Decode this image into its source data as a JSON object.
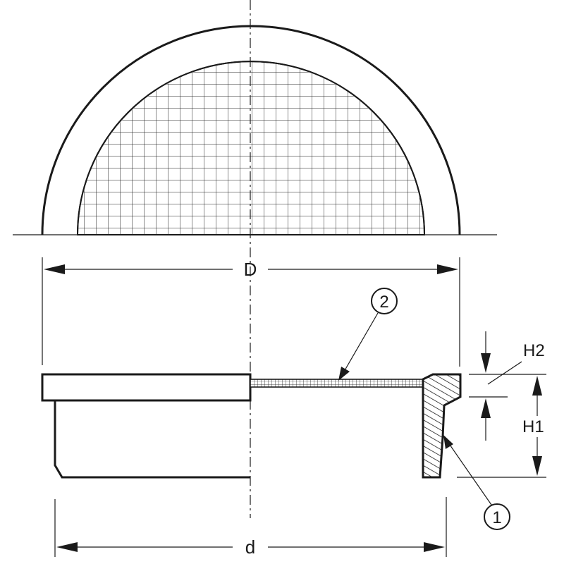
{
  "dimensions": {
    "outer_diameter": "D",
    "inner_diameter": "d",
    "flange_height": "H2",
    "total_height": "H1"
  },
  "callouts": {
    "frame": "1",
    "mesh": "2"
  }
}
